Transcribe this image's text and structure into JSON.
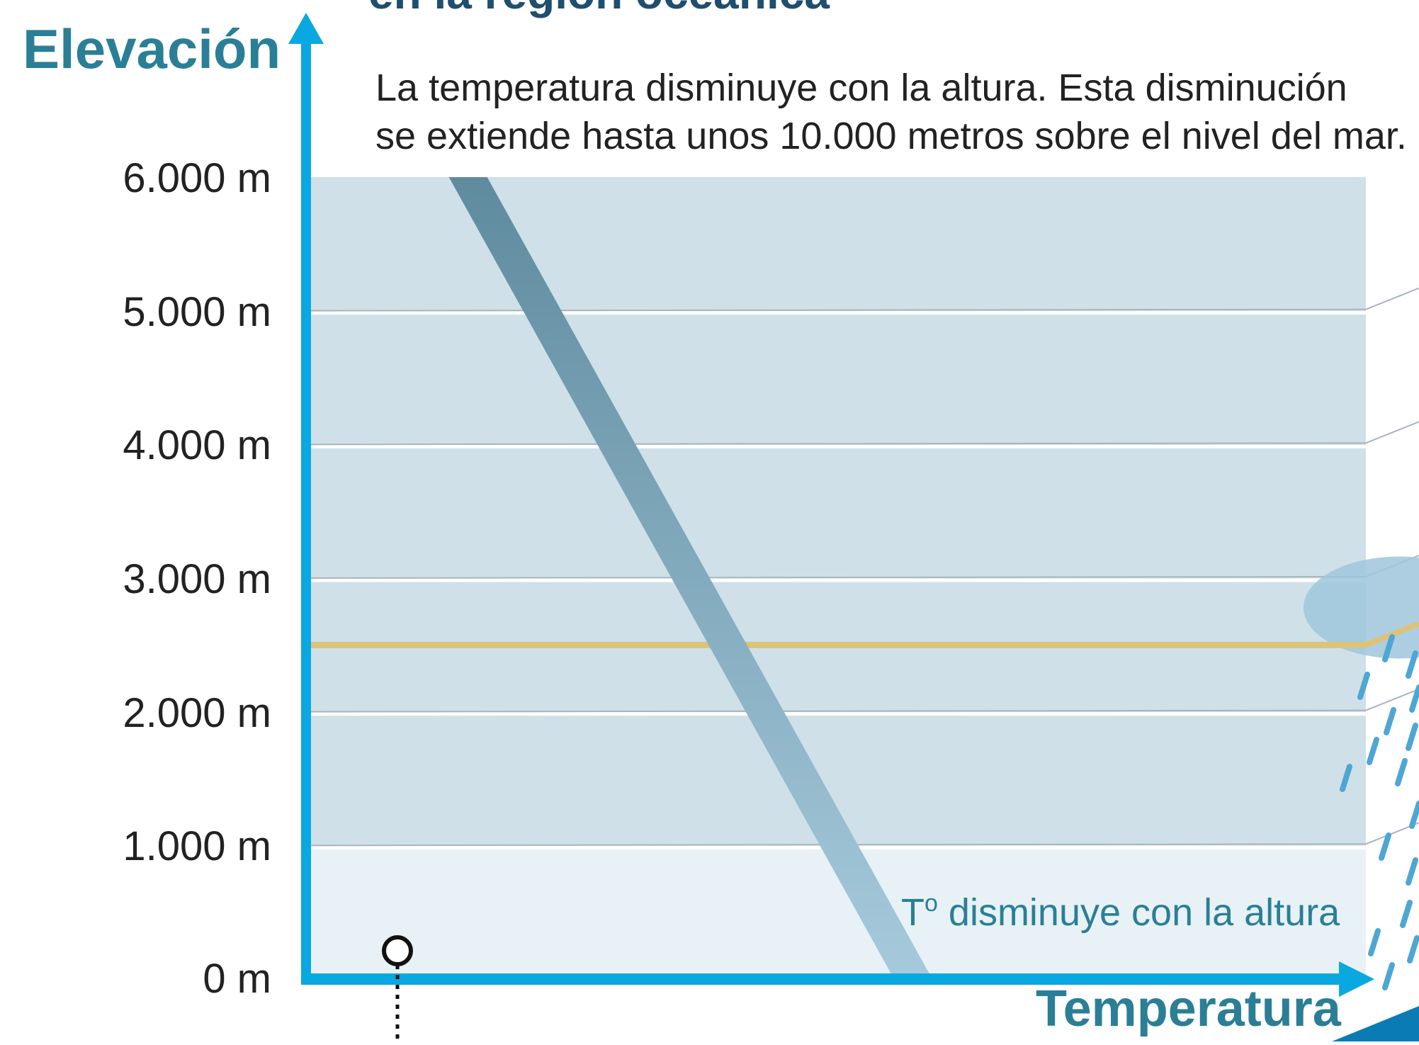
{
  "title": "en la región oceánica",
  "description_lines": [
    "La temperatura disminuye con la altura. Esta disminución",
    "se extiende hasta unos 10.000 metros sobre el nivel del mar."
  ],
  "annotation": {
    "prefix": "T",
    "superscript": "o",
    "text": " disminuye con la altura"
  },
  "colors": {
    "axis": "#0aa8e0",
    "band": "#cfe0e9",
    "band_low": "#e8f1f5",
    "line": "#a8b4bd",
    "freezing": "#dcc378",
    "temp_dark": "#5f8b9e",
    "temp_light": "#a6cadc",
    "cloud": "#9fc6dc",
    "rain": "#4ea6d4",
    "ylabel": "#2a7f96"
  },
  "chart_data": {
    "type": "line",
    "title": "",
    "ylabel": "Elevación",
    "xlabel": "Temperatura",
    "ylim": [
      0,
      6000
    ],
    "yticks": [
      {
        "value": 6000,
        "label": "6.000 m"
      },
      {
        "value": 5000,
        "label": "5.000 m"
      },
      {
        "value": 4000,
        "label": "4.000 m"
      },
      {
        "value": 3000,
        "label": "3.000 m"
      },
      {
        "value": 2000,
        "label": "2.000 m"
      },
      {
        "value": 1000,
        "label": "1.000 m"
      },
      {
        "value": 0,
        "label": "0 m"
      }
    ],
    "grid_levels": [
      1000,
      2000,
      3000,
      4000,
      5000
    ],
    "freezing_level": 2500,
    "series": [
      {
        "values": [
          {
            "x": 0.15,
            "y": 6000
          },
          {
            "x": 0.57,
            "y": 0
          }
        ]
      }
    ],
    "grid": true,
    "legend": "none"
  }
}
